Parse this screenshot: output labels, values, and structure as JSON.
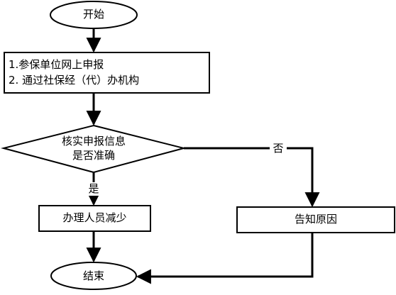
{
  "flowchart": {
    "start": "开始",
    "step1_line1": "1.参保单位网上申报",
    "step1_line2": "2. 通过社保经（代）办机构",
    "decision_line1": "核实申报信息",
    "decision_line2": "是否准确",
    "yes_label": "是",
    "no_label": "否",
    "process_yes": "办理人员减少",
    "process_no": "告知原因",
    "end": "结束"
  }
}
